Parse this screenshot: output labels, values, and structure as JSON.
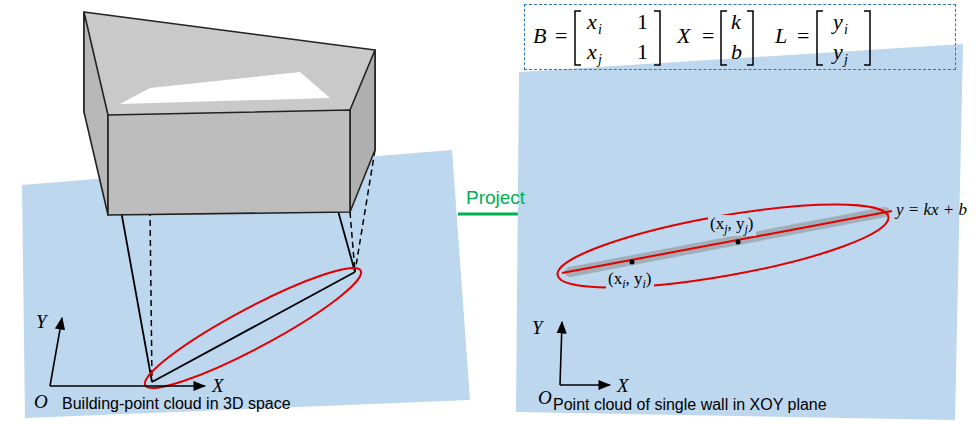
{
  "diagram": {
    "nodes": [
      {
        "text": [
          "B",
          "=",
          "x",
          "i",
          "1",
          "x",
          "j",
          "1",
          "X",
          "=",
          "k",
          "b",
          "L",
          "=",
          "y",
          "i",
          "y",
          "j"
        ]
      }
    ],
    "labels": [
      "Project",
      "Y",
      "X",
      "O",
      "Building-point cloud in 3D space",
      "Y",
      "X",
      "O",
      "(x",
      "i",
      ", y",
      "i",
      ")",
      "(x",
      "j",
      ", y",
      "j",
      ")",
      "y = kx + b",
      "Point cloud of single wall in XOY plane"
    ]
  }
}
